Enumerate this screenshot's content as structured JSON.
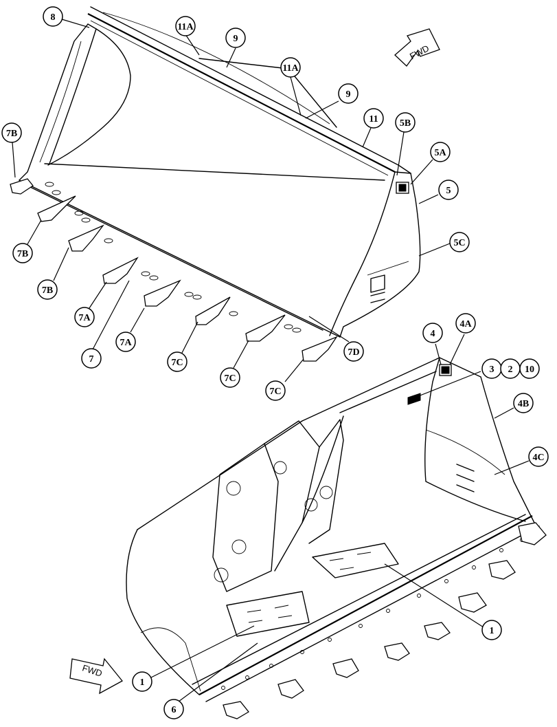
{
  "fwd_label": "FWD",
  "upper_bucket": {
    "callouts": [
      {
        "id": "c-8",
        "label": "8"
      },
      {
        "id": "c-11A-1",
        "label": "11A"
      },
      {
        "id": "c-9-1",
        "label": "9"
      },
      {
        "id": "c-11A-2",
        "label": "11A"
      },
      {
        "id": "c-9-2",
        "label": "9"
      },
      {
        "id": "c-11",
        "label": "11"
      },
      {
        "id": "c-5B",
        "label": "5B"
      },
      {
        "id": "c-5A",
        "label": "5A"
      },
      {
        "id": "c-5",
        "label": "5"
      },
      {
        "id": "c-5C",
        "label": "5C"
      },
      {
        "id": "c-7B-1",
        "label": "7B"
      },
      {
        "id": "c-7B-2",
        "label": "7B"
      },
      {
        "id": "c-7B-3",
        "label": "7B"
      },
      {
        "id": "c-7A-1",
        "label": "7A"
      },
      {
        "id": "c-7",
        "label": "7"
      },
      {
        "id": "c-7A-2",
        "label": "7A"
      },
      {
        "id": "c-7C-1",
        "label": "7C"
      },
      {
        "id": "c-7C-2",
        "label": "7C"
      },
      {
        "id": "c-7C-3",
        "label": "7C"
      },
      {
        "id": "c-7D",
        "label": "7D"
      }
    ]
  },
  "lower_bucket": {
    "callouts": [
      {
        "id": "c-4",
        "label": "4"
      },
      {
        "id": "c-4A",
        "label": "4A"
      },
      {
        "id": "c-3",
        "label": "3"
      },
      {
        "id": "c-2",
        "label": "2"
      },
      {
        "id": "c-10",
        "label": "10"
      },
      {
        "id": "c-4B",
        "label": "4B"
      },
      {
        "id": "c-4C",
        "label": "4C"
      },
      {
        "id": "c-1-right",
        "label": "1"
      },
      {
        "id": "c-1-left",
        "label": "1"
      },
      {
        "id": "c-6",
        "label": "6"
      }
    ]
  }
}
